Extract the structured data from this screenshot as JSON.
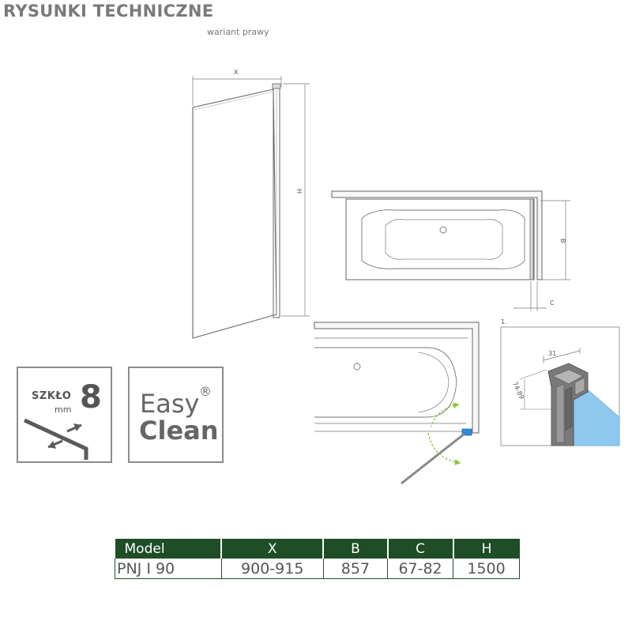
{
  "header": {
    "title": "RYSUNKI TECHNICZNE",
    "subtitle": "wariant prawy"
  },
  "drawing": {
    "dim_x": "X",
    "dim_h": "H",
    "dim_b": "B",
    "dim_c": "C",
    "detail_number": "1.",
    "detail_width": "31",
    "detail_range": "74-89",
    "glass_color": "#8fc8ee",
    "hinge_color": "#2a8fd4",
    "arrow_color": "#8cc63f"
  },
  "badges": {
    "glass": {
      "word": "SZKŁO",
      "unit": "mm",
      "value": "8"
    },
    "easy_clean": {
      "line1": "Easy",
      "mark": "®",
      "line2": "Clean"
    }
  },
  "table": {
    "headers": [
      "Model",
      "X",
      "B",
      "C",
      "H"
    ],
    "rows": [
      [
        "PNJ I 90",
        "900-915",
        "857",
        "67-82",
        "1500"
      ]
    ]
  },
  "colors": {
    "table_header": "#1f4d25"
  }
}
